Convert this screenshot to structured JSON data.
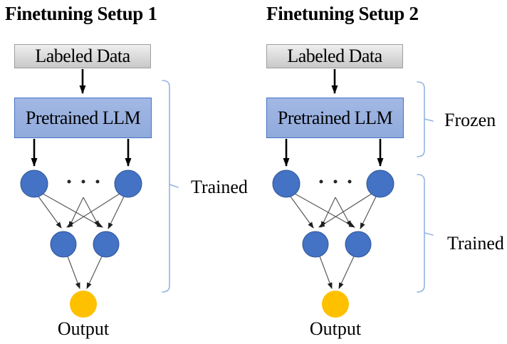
{
  "colors": {
    "labeled_box_top": "#efefef",
    "labeled_box_bottom": "#c8c8c8",
    "labeled_box_border": "#9e9e9e",
    "llm_fill": "#8faadc",
    "llm_fill_light": "#a3b8e4",
    "llm_border": "#4472c4",
    "node_fill": "#4472c4",
    "node_border": "#2f5597",
    "output_fill": "#ffc000",
    "bracket": "#95b3e3",
    "edge": "#595959",
    "arrow": "#000000"
  },
  "diagrams": [
    {
      "title": "Finetuning Setup 1",
      "data_box": "Labeled Data",
      "model_box": "Pretrained LLM",
      "output_label": "Output",
      "brackets": [
        {
          "label": "Trained"
        }
      ]
    },
    {
      "title": "Finetuning Setup 2",
      "data_box": "Labeled Data",
      "model_box": "Pretrained LLM",
      "output_label": "Output",
      "brackets": [
        {
          "label": "Frozen"
        },
        {
          "label": "Trained"
        }
      ]
    }
  ]
}
